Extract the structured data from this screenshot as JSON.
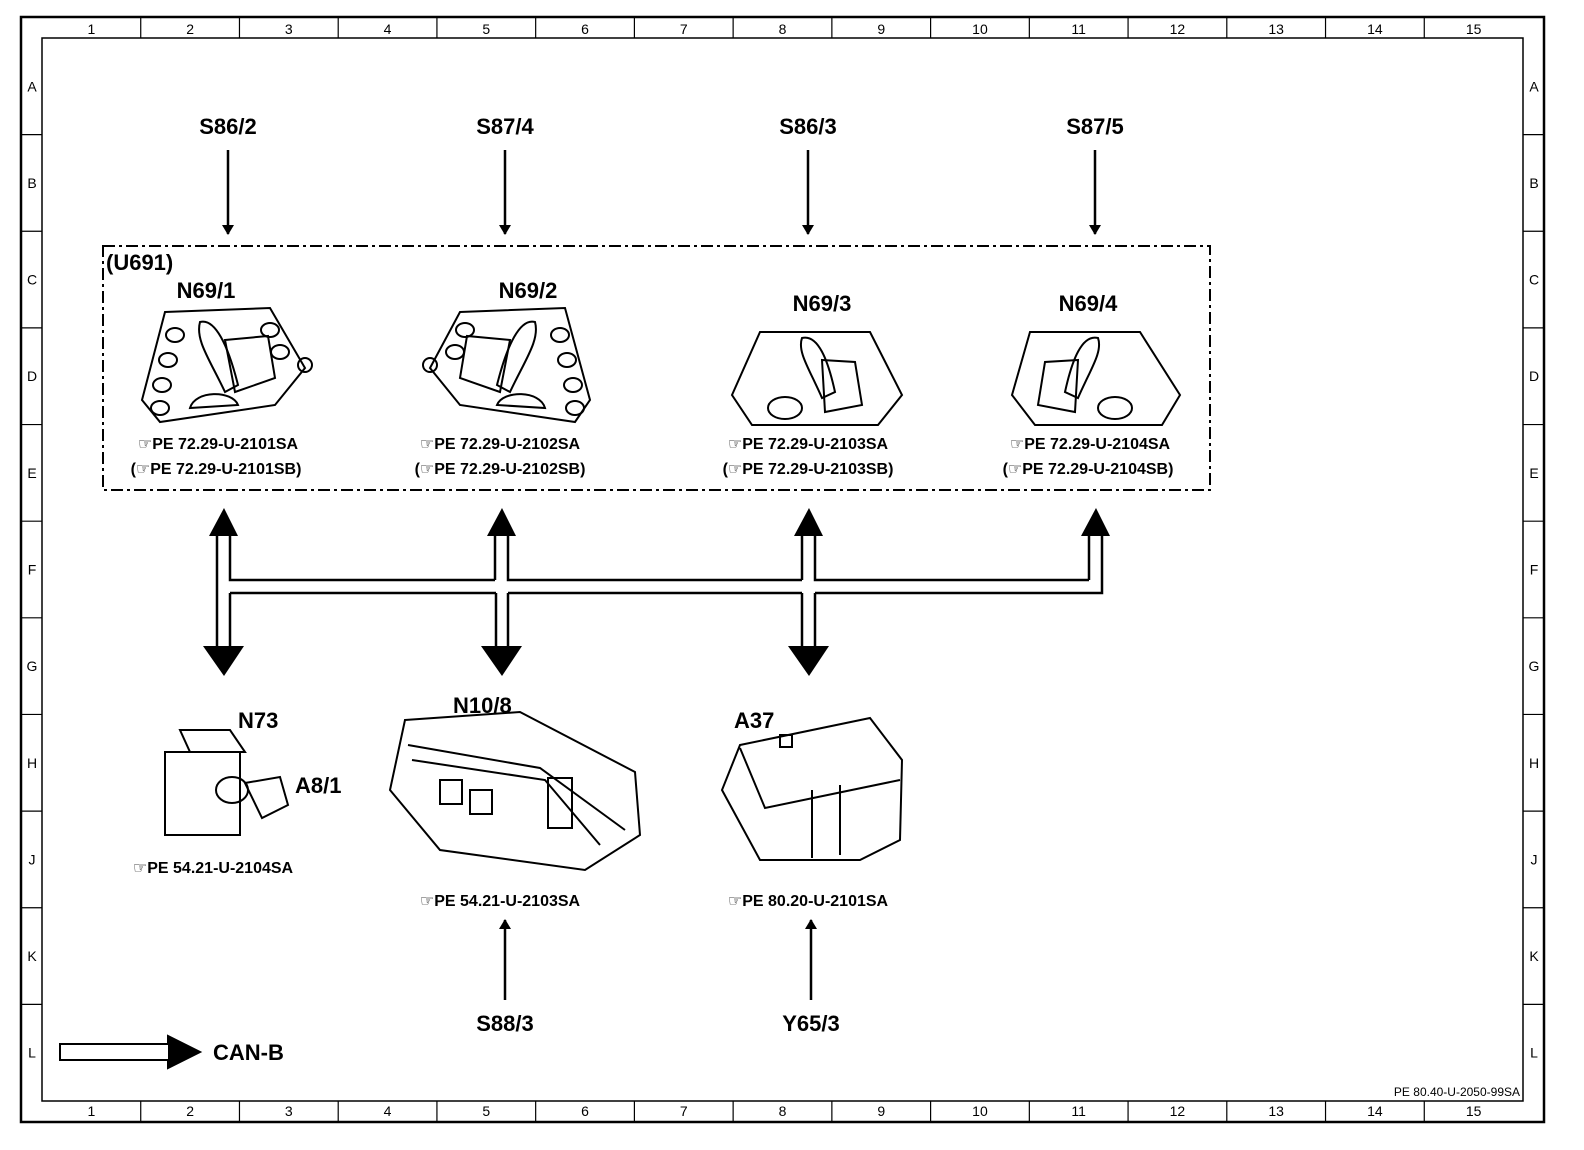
{
  "columns": [
    "1",
    "2",
    "3",
    "4",
    "5",
    "6",
    "7",
    "8",
    "9",
    "10",
    "11",
    "12",
    "13",
    "14",
    "15"
  ],
  "rows": [
    "A",
    "B",
    "C",
    "D",
    "E",
    "F",
    "G",
    "H",
    "J",
    "K",
    "L"
  ],
  "group_label": "(U691)",
  "inputs_top": [
    "S86/2",
    "S87/4",
    "S86/3",
    "S87/5"
  ],
  "seat_modules": [
    {
      "id": "N69/1",
      "ref1": "☞PE 72.29-U-2101SA",
      "ref2": "(☞PE 72.29-U-2101SB)"
    },
    {
      "id": "N69/2",
      "ref1": "☞PE 72.29-U-2102SA",
      "ref2": "(☞PE 72.29-U-2102SB)"
    },
    {
      "id": "N69/3",
      "ref1": "☞PE 72.29-U-2103SA",
      "ref2": "(☞PE 72.29-U-2103SB)"
    },
    {
      "id": "N69/4",
      "ref1": "☞PE 72.29-U-2104SA",
      "ref2": "(☞PE 72.29-U-2104SB)"
    }
  ],
  "bottom_modules": [
    {
      "id": "N73",
      "extra": "A8/1",
      "ref": "☞PE 54.21-U-2104SA"
    },
    {
      "id": "N10/8",
      "ref": "☞PE 54.21-U-2103SA"
    },
    {
      "id": "A37",
      "ref": "☞PE 80.20-U-2101SA"
    }
  ],
  "inputs_bottom": [
    "S88/3",
    "Y65/3"
  ],
  "legend": "CAN-B",
  "doc_ref": "PE 80.40-U-2050-99SA"
}
